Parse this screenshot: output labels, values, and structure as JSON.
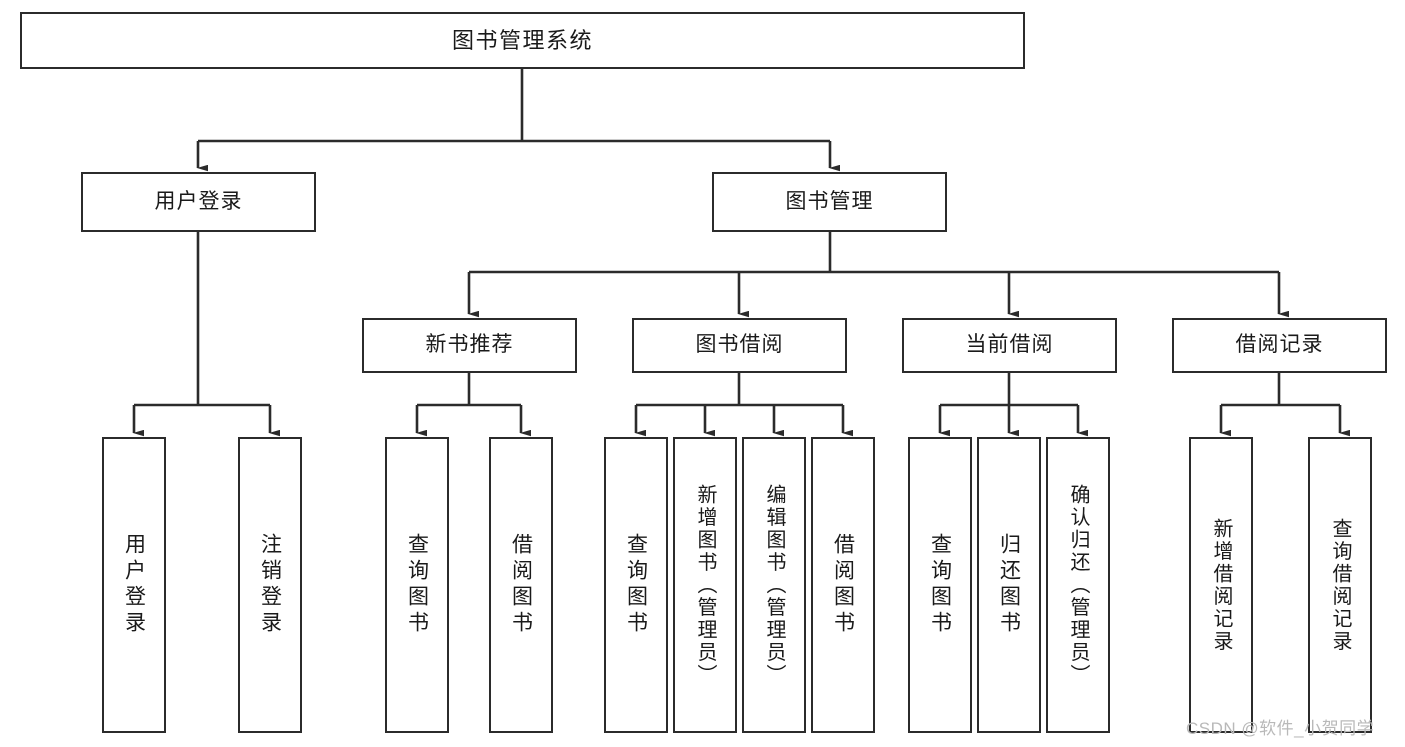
{
  "diagram": {
    "type": "hierarchy-tree",
    "title": "图书管理系统",
    "style": {
      "box_stroke": "#2b2b2b",
      "box_fill": "#ffffff",
      "text_color": "#1a1a1a",
      "background": "#ffffff",
      "watermark_color": "#b9b9b9"
    },
    "root": {
      "label": "图书管理系统"
    },
    "level2": [
      {
        "label": "用户登录"
      },
      {
        "label": "图书管理"
      }
    ],
    "level3": [
      {
        "label": "新书推荐"
      },
      {
        "label": "图书借阅"
      },
      {
        "label": "当前借阅"
      },
      {
        "label": "借阅记录"
      }
    ],
    "leaves": {
      "user_login": [
        {
          "label": "用户登录"
        },
        {
          "label": "注销登录"
        }
      ],
      "new_book_recommend": [
        {
          "label": "查询图书"
        },
        {
          "label": "借阅图书"
        }
      ],
      "book_borrow": [
        {
          "label": "查询图书"
        },
        {
          "label": "新增图书（管理员）"
        },
        {
          "label": "编辑图书（管理员）"
        },
        {
          "label": "借阅图书"
        }
      ],
      "current_borrow": [
        {
          "label": "查询图书"
        },
        {
          "label": "归还图书"
        },
        {
          "label": "确认归还（管理员）"
        }
      ],
      "borrow_record": [
        {
          "label": "新增借阅记录"
        },
        {
          "label": "查询借阅记录"
        }
      ]
    }
  },
  "watermark": {
    "text": "CSDN @软件_小贺同学"
  }
}
